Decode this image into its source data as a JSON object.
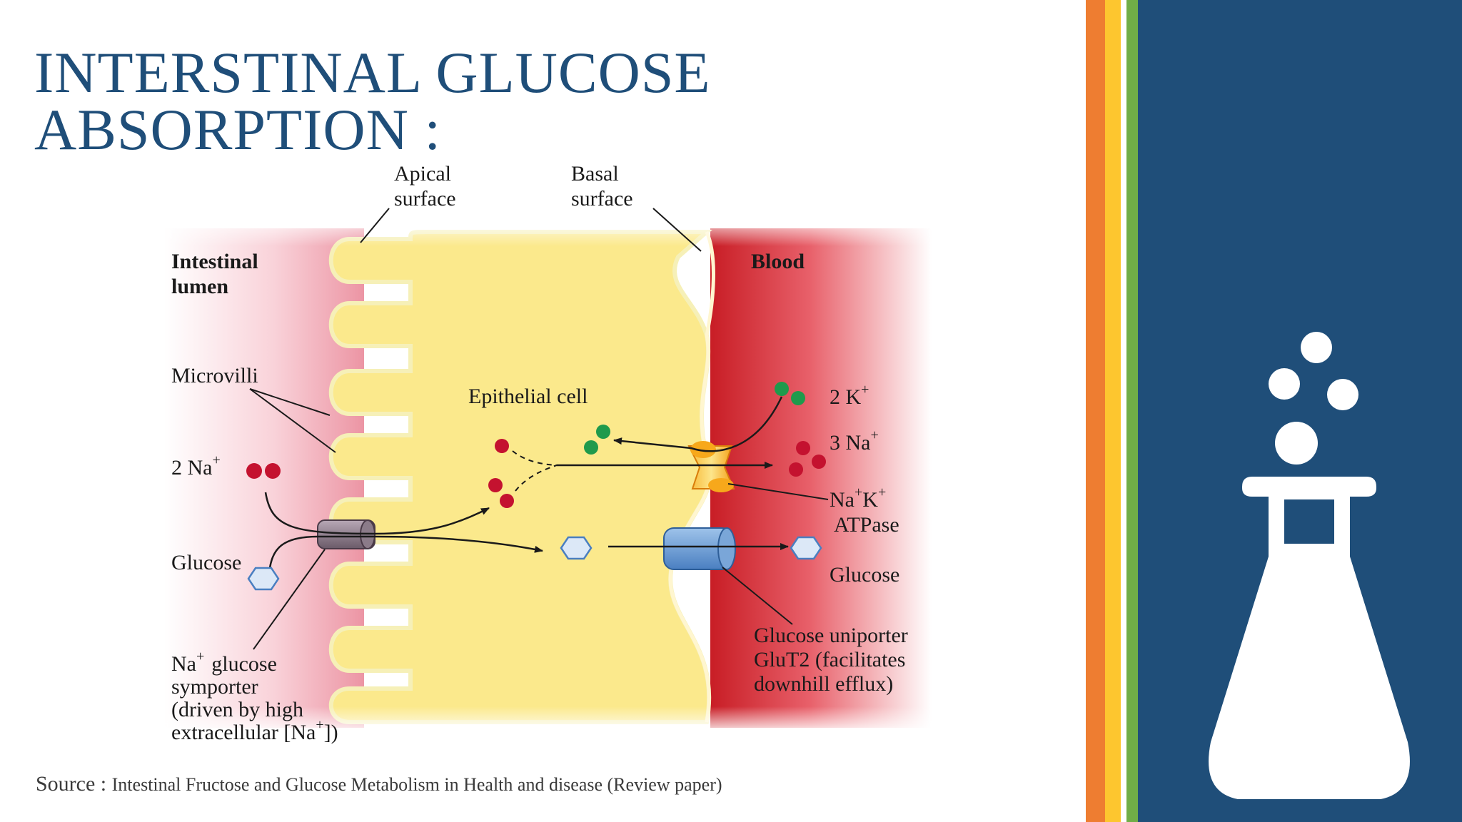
{
  "title": {
    "line1": "INTERSTINAL GLUCOSE",
    "line2": "ABSORPTION :"
  },
  "diagram": {
    "labels": {
      "apical_1": "Apical",
      "apical_2": "surface",
      "basal_1": "Basal",
      "basal_2": "surface",
      "lumen_1": "Intestinal",
      "lumen_2": "lumen",
      "blood": "Blood",
      "microvilli": "Microvilli",
      "epithelial": "Epithelial cell",
      "k_num": "2 K",
      "na3_num": "3 Na",
      "na2_num": "2 Na",
      "plus": "+",
      "naka_1a": "Na",
      "naka_1b": "K",
      "naka_2": "ATPase",
      "glucose_left": "Glucose",
      "glucose_right": "Glucose",
      "symporter_1a": "Na",
      "symporter_1b": "glucose",
      "symporter_2": "symporter",
      "symporter_3": "(driven by high",
      "symporter_4a": "extracellular [Na",
      "symporter_4b": "])",
      "uniporter_1": "Glucose uniporter",
      "uniporter_2": "GluT2 (facilitates",
      "uniporter_3": "downhill efflux)"
    },
    "colors": {
      "lumen": "#f0a8b4",
      "cell": "#fbe98c",
      "blood": "#d8262b",
      "sodium": "#c4122f",
      "potassium": "#1f9a4c",
      "glucose": "#dce8f7"
    }
  },
  "source": {
    "prefix": "Source : ",
    "text": "Intestinal Fructose and Glucose Metabolism in Health and disease (Review paper)"
  },
  "sidebar": {
    "stripe_colors": [
      "#ee7d31",
      "#fdc62f",
      "#70ad47"
    ],
    "panel_color": "#1f4e79",
    "icon": "flask-icon"
  }
}
